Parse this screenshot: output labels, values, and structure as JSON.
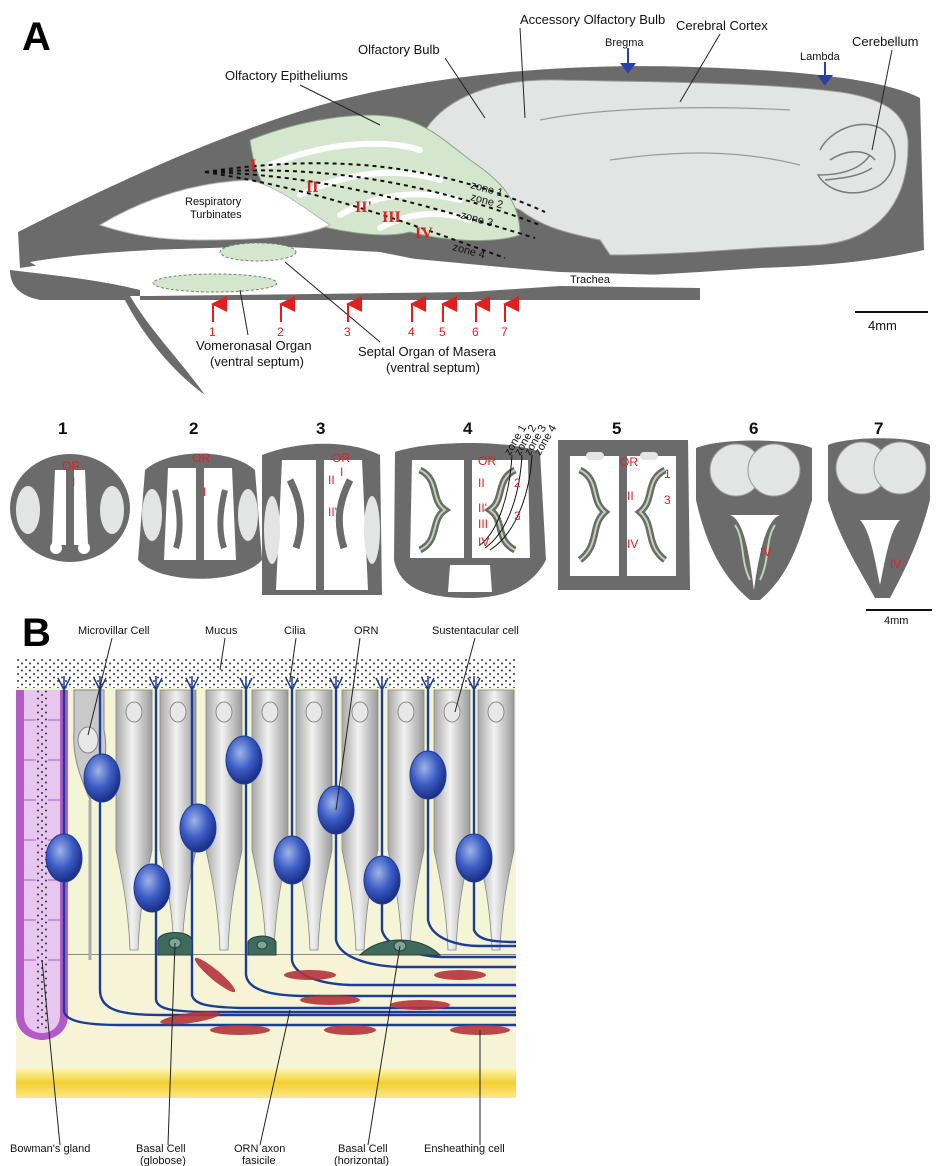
{
  "panel_a": {
    "letter": "A",
    "labels": {
      "accessory_olfactory_bulb": "Accessory Olfactory Bulb",
      "olfactory_bulb": "Olfactory Bulb",
      "cerebral_cortex": "Cerebral Cortex",
      "cerebellum": "Cerebellum",
      "bregma": "Bregma",
      "lambda": "Lambda",
      "olfactory_epitheliums": "Olfactory Epitheliums",
      "respiratory_turbinates_1": "Respiratory",
      "respiratory_turbinates_2": "Turbinates",
      "trachea": "Trachea",
      "vomeronasal_1": "Vomeronasal Organ",
      "vomeronasal_2": "(ventral septum)",
      "septal_1": "Septal Organ of Masera",
      "septal_2": "(ventral septum)",
      "scale": "4mm"
    },
    "zones": [
      "zone 1",
      "zone 2",
      "zone 3",
      "zone 4"
    ],
    "region_numerals": [
      "I",
      "II",
      "II'",
      "III",
      "IV"
    ],
    "arrow_numbers": [
      "1",
      "2",
      "3",
      "4",
      "5",
      "6",
      "7"
    ],
    "section_numbers": [
      "1",
      "2",
      "3",
      "4",
      "5",
      "6",
      "7"
    ],
    "section_labels": {
      "or": "OR",
      "s1": "I",
      "s2_i": "I",
      "s3_i": "I",
      "s3_ii": "II",
      "s3_ii2": "II'",
      "s4_ii": "II",
      "s4_ii2": "II'",
      "s4_iii": "III",
      "s4_iv": "IV",
      "s4_2": "2",
      "s4_3": "3",
      "s5_1": "1",
      "s5_ii": "II",
      "s5_3": "3",
      "s5_iv": "IV",
      "s6_iv": "IV",
      "s7_iv": "IV"
    },
    "section4_zones": [
      "zone 1",
      "zone 2",
      "zone 3",
      "zone 4"
    ],
    "scale2": "4mm"
  },
  "panel_b": {
    "letter": "B",
    "labels": {
      "microvillar_cell": "Microvillar Cell",
      "mucus": "Mucus",
      "cilia": "Cilia",
      "orn": "ORN",
      "sustentacular_cell": "Sustentacular cell",
      "bowmans_gland": "Bowman's gland",
      "basal_globose_1": "Basal Cell",
      "basal_globose_2": "(globose)",
      "orn_axon_1": "ORN axon",
      "orn_axon_2": "fasicile",
      "basal_horizontal_1": "Basal Cell",
      "basal_horizontal_2": "(horizontal)",
      "ensheathing_cell": "Ensheathing cell"
    }
  },
  "colors": {
    "tissue_gray": "#6b6b6b",
    "brain_light": "#e3e4e4",
    "epithelium_green": "#d5e6cf",
    "orn_blue": "#1c3c9a",
    "label_red": "#e02020",
    "lamina_yellow": "#f5d547",
    "epithelium_bg": "#f4f4d6",
    "gland_purple": "#b25ac8",
    "ensheathing_red": "#b4343b"
  }
}
